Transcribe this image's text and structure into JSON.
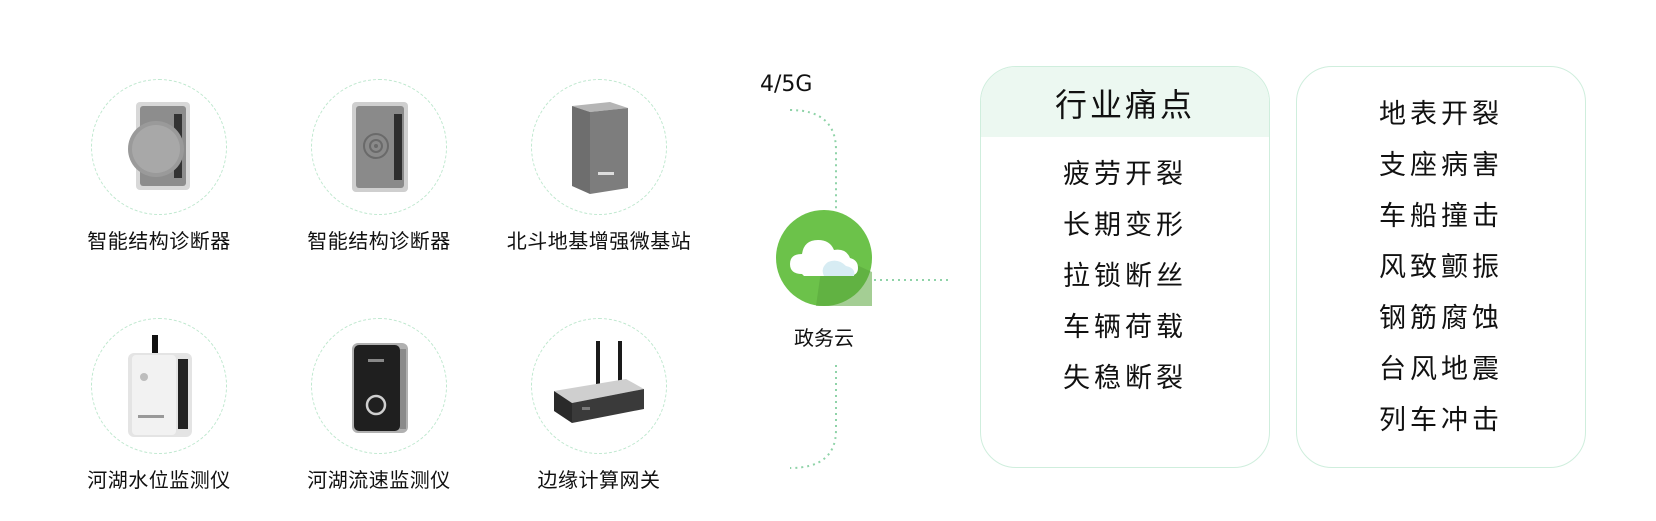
{
  "devices": [
    {
      "label": "智能结构诊断器",
      "icon": "structure-diagnostic-device-icon"
    },
    {
      "label": "智能结构诊断器",
      "icon": "structure-diagnostic-device-icon"
    },
    {
      "label": "北斗地基增强微基站",
      "icon": "beidou-base-station-icon"
    },
    {
      "label": "河湖水位监测仪",
      "icon": "water-level-monitor-icon"
    },
    {
      "label": "河湖流速监测仪",
      "icon": "flow-rate-monitor-icon"
    },
    {
      "label": "边缘计算网关",
      "icon": "edge-gateway-router-icon"
    }
  ],
  "connection": {
    "label": "4/5G"
  },
  "cloud": {
    "label": "政务云",
    "icon": "cloud-icon",
    "color": "#6cc24a"
  },
  "pain_points": {
    "title": "行业痛点",
    "items": [
      "疲劳开裂",
      "长期变形",
      "拉锁断丝",
      "车辆荷载",
      "失稳断裂"
    ]
  },
  "more_points": {
    "items": [
      "地表开裂",
      "支座病害",
      "车船撞击",
      "风致颤振",
      "钢筋腐蚀",
      "台风地震",
      "列车冲击"
    ]
  },
  "colors": {
    "accent": "#6cc24a",
    "panel_border": "#cfeedd",
    "panel_head": "#ecf8f1"
  }
}
